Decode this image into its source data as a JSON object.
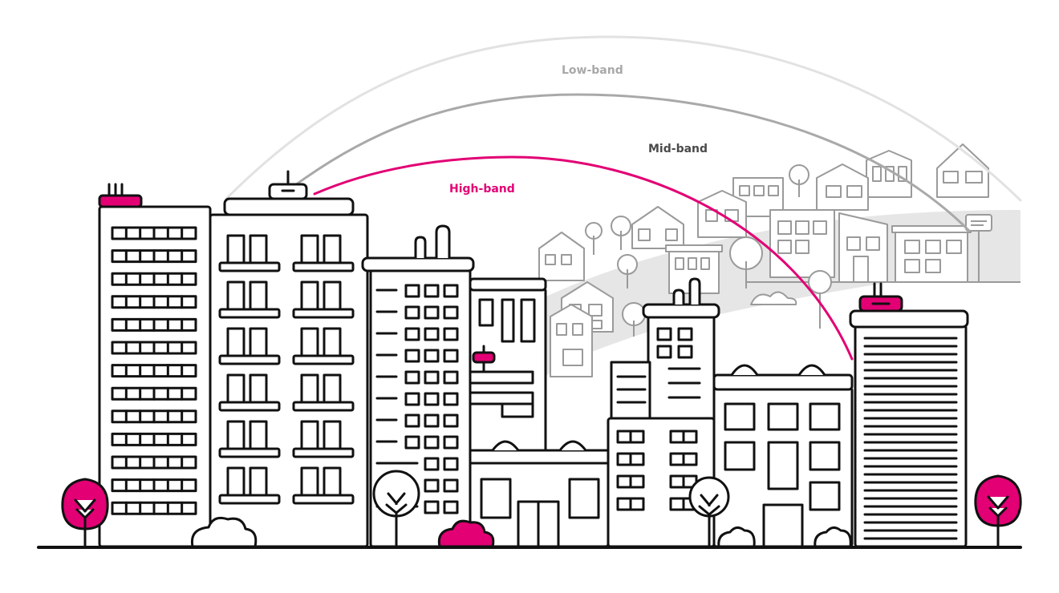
{
  "bands": [
    {
      "id": "low",
      "label": "Low-band",
      "color": "#e2e2e2",
      "label_color": "#a8a8a8"
    },
    {
      "id": "mid",
      "label": "Mid-band",
      "color": "#a9a9a9",
      "label_color": "#4a4a4a"
    },
    {
      "id": "high",
      "label": "High-band",
      "color": "#e20074",
      "label_color": "#e20074"
    }
  ],
  "colors": {
    "accent": "#e20074",
    "outline": "#111111",
    "background_buildings": "#9a9a9a",
    "background_fill": "#e6e6e6"
  },
  "icons": [
    "cell-antenna-icon",
    "tree-icon",
    "bush-icon",
    "building-icon",
    "house-icon"
  ]
}
